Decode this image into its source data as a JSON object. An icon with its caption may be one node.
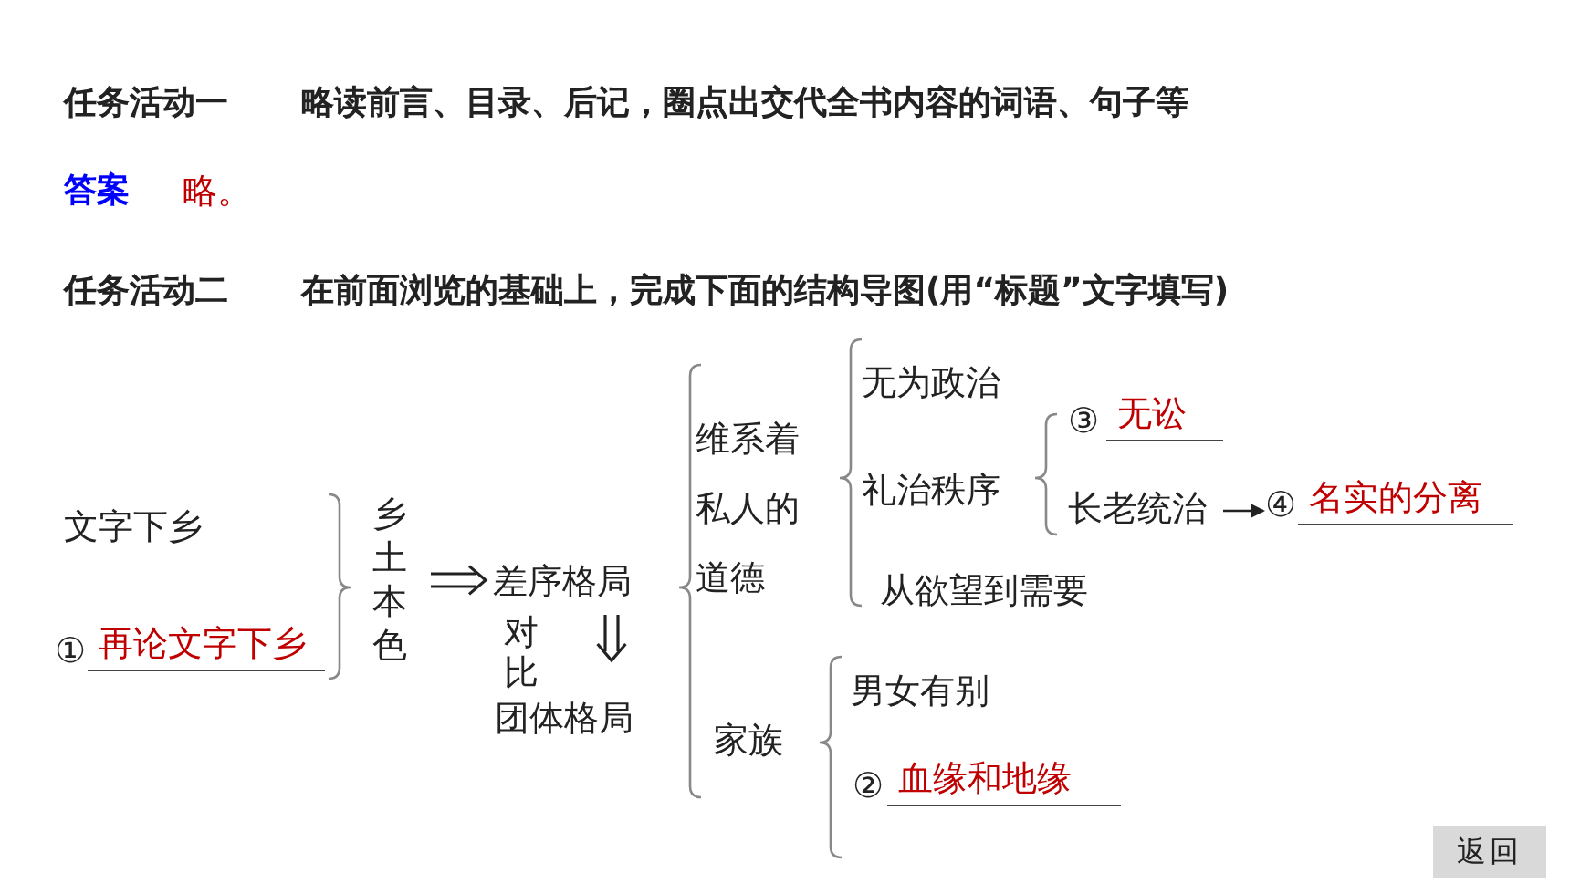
{
  "diagram": {
    "nodes": [
      {
        "text": [
          "文字下乡"
        ]
      },
      {
        "text": [
          "①",
          "再论文字下乡"
        ]
      },
      {
        "text": [
          "乡土本色"
        ]
      },
      {
        "text": [
          "差序格局"
        ]
      },
      {
        "text": [
          "团体格局"
        ]
      },
      {
        "text": [
          "维系着私人的道德"
        ]
      },
      {
        "text": [
          "家族"
        ]
      },
      {
        "text": [
          "无为政治"
        ]
      },
      {
        "text": [
          "礼治秩序"
        ]
      },
      {
        "text": [
          "从欲望到需要"
        ]
      },
      {
        "text": [
          "③",
          "无讼"
        ]
      },
      {
        "text": [
          "长老统治"
        ]
      },
      {
        "text": [
          "④",
          "名实的分离"
        ]
      },
      {
        "text": [
          "男女有别"
        ]
      },
      {
        "text": [
          "②",
          "血缘和地缘"
        ]
      }
    ],
    "edges": [
      {
        "from": 2,
        "to": 3,
        "arrow": "to"
      },
      {
        "from": 3,
        "to": 4,
        "arrow": "to",
        "label": "对比"
      },
      {
        "from": 11,
        "to": 12,
        "arrow": "to"
      }
    ],
    "labels": [
      "任务活动一",
      "略读前言、目录、后记，圈点出交代全书内容的词语、句子等",
      "答案",
      "略。",
      "任务活动二",
      "在前面浏览的基础上，完成下面的结构导图(用“标题”文字填写)",
      "返回"
    ]
  }
}
